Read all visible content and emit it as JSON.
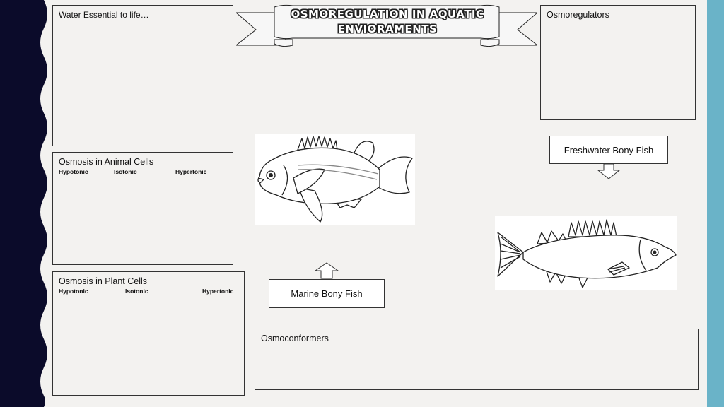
{
  "banner": {
    "title": "OSMOREGULATION IN AQUATIC ENVIORAMENTS"
  },
  "boxes": {
    "water": {
      "title": "Water Essential to life…"
    },
    "animal": {
      "title": "Osmosis in Animal Cells",
      "hypotonic": "Hypotonic",
      "isotonic": "Isotonic",
      "hypertonic": "Hypertonic"
    },
    "plant": {
      "title": "Osmosis in Plant Cells",
      "hypotonic": "Hypotonic",
      "isotonic": "Isotonic",
      "hypertonic": "Hypertonic"
    },
    "osmoregulators": {
      "title": "Osmoregulators"
    },
    "osmoconformers": {
      "title": "Osmoconformers"
    }
  },
  "labels": {
    "freshwater": "Freshwater Bony Fish",
    "marine": "Marine Bony Fish"
  },
  "colors": {
    "left_band": "#0b0b2a",
    "right_stripe": "#6ab3c8",
    "background": "#f3f2f0"
  },
  "icons": {
    "freshwater_arrow": "down-arrow-icon",
    "marine_arrow": "up-arrow-icon"
  }
}
